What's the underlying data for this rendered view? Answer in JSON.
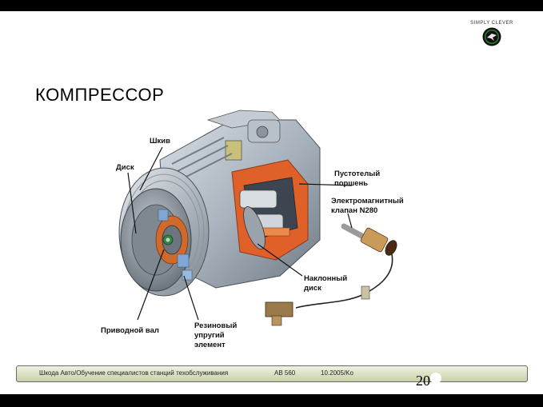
{
  "brand": {
    "slogan": "SIMPLY CLEVER"
  },
  "title": "КОМПРЕССОР",
  "labels": {
    "pulley": "Шкив",
    "disk": "Диск",
    "hollow_piston": "Пустотелый\nпоршень",
    "solenoid_valve": "Электромагнитный\nклапан N280",
    "swash_plate": "Наклонный\nдиск",
    "drive_shaft": "Приводной вал",
    "rubber_element": "Резиновый\nупругий\nэлемент"
  },
  "footer": {
    "left": "Шкода Авто/Обучение специалистов станций техобслуживания",
    "code": "AB 560",
    "date": "10.2005/Ko"
  },
  "page_number": "20"
}
